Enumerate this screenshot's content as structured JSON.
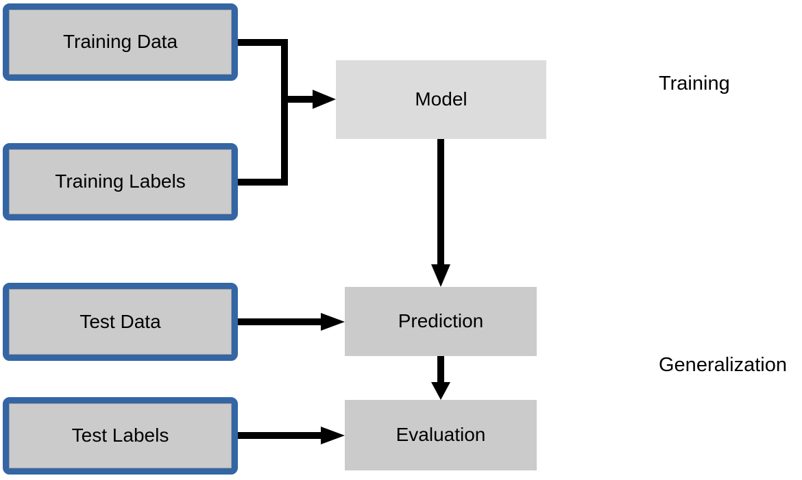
{
  "diagram": {
    "title": "supervised-learning-workflow",
    "nodes": [
      {
        "id": "training-data",
        "label": "Training Data",
        "kind": "input"
      },
      {
        "id": "training-labels",
        "label": "Training Labels",
        "kind": "input"
      },
      {
        "id": "model",
        "label": "Model",
        "kind": "process"
      },
      {
        "id": "test-data",
        "label": "Test Data",
        "kind": "input"
      },
      {
        "id": "prediction",
        "label": "Prediction",
        "kind": "process"
      },
      {
        "id": "test-labels",
        "label": "Test Labels",
        "kind": "input"
      },
      {
        "id": "evaluation",
        "label": "Evaluation",
        "kind": "process"
      }
    ],
    "edges": [
      {
        "from": "training-data",
        "to": "model",
        "type": "elbow-merge-arrow"
      },
      {
        "from": "training-labels",
        "to": "model",
        "type": "elbow-merge-arrow"
      },
      {
        "from": "model",
        "to": "prediction",
        "type": "arrow-down"
      },
      {
        "from": "test-data",
        "to": "prediction",
        "type": "arrow-right"
      },
      {
        "from": "prediction",
        "to": "evaluation",
        "type": "arrow-down"
      },
      {
        "from": "test-labels",
        "to": "evaluation",
        "type": "arrow-right"
      }
    ],
    "annotations": [
      {
        "id": "training",
        "label": "Training"
      },
      {
        "id": "generalization",
        "label": "Generalization"
      }
    ]
  },
  "theme": {
    "accent": "#3465a4",
    "node-fill": "#cbcbcb",
    "model-fill": "#dcdcdc",
    "arrow": "#000000",
    "text": "#000000",
    "bg": "#ffffff"
  }
}
